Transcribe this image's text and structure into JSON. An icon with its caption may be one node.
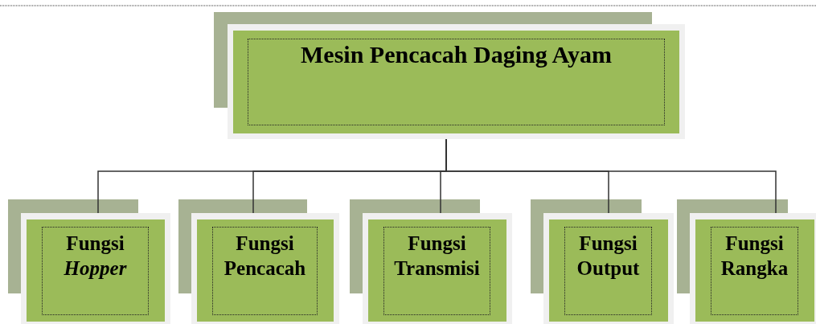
{
  "diagram": {
    "nodes": [
      {
        "text": [
          "Mesin Pencacah Daging Ayam"
        ]
      },
      {
        "text": [
          "Fungsi *Hopper*"
        ]
      },
      {
        "text": [
          "Fungsi Pencacah"
        ]
      },
      {
        "text": [
          "Fungsi Transmisi"
        ]
      },
      {
        "text": [
          "Fungsi Output"
        ]
      },
      {
        "text": [
          "Fungsi Rangka"
        ]
      }
    ],
    "edges": [
      {
        "from": 0,
        "to": 1,
        "arrow": "none"
      },
      {
        "from": 0,
        "to": 2,
        "arrow": "none"
      },
      {
        "from": 0,
        "to": 3,
        "arrow": "none"
      },
      {
        "from": 0,
        "to": 4,
        "arrow": "none"
      },
      {
        "from": 0,
        "to": 5,
        "arrow": "none"
      }
    ]
  }
}
